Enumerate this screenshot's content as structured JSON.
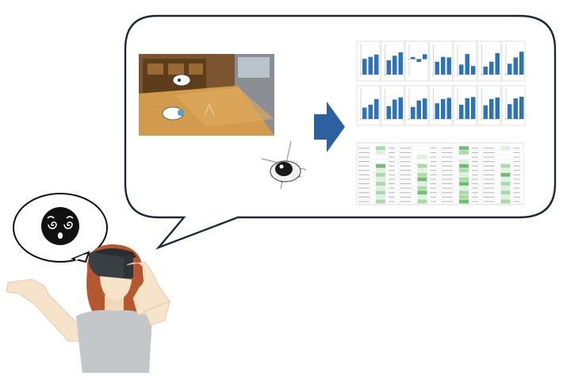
{
  "colors": {
    "bubble_stroke": "#1c2a36",
    "arrow": "#2e5f9e",
    "bar": "#2e74b5",
    "heat_strong": "#6fbf73",
    "heat_mid": "#a8dba8",
    "heat_light": "#dff2df",
    "skin": "#f6e3c9",
    "hair": "#b5582f",
    "shirt": "#c4c7ca",
    "headset": "#3a3f45",
    "room_floor": "#c8893a",
    "room_wall": "#7a5530"
  },
  "icons": {
    "emotion": "dizzy-face-icon",
    "eye": "eye-tracking-icon",
    "arrow": "right-arrow-icon"
  },
  "mini_chart_bars": [
    [
      0.55,
      0.62,
      0.7
    ],
    [
      0.5,
      0.66,
      0.78
    ],
    [
      0.15,
      -0.2,
      0.35
    ],
    [
      0.45,
      0.62,
      0.6
    ],
    [
      0.35,
      0.72,
      0.3
    ],
    [
      0.28,
      0.45,
      0.75
    ],
    [
      0.38,
      0.6,
      0.8
    ],
    [
      0.4,
      0.5,
      0.7
    ],
    [
      0.45,
      0.68,
      0.76
    ],
    [
      0.42,
      0.65,
      0.72
    ],
    [
      0.55,
      0.7,
      0.74
    ],
    [
      0.5,
      0.73,
      0.77
    ],
    [
      0.48,
      0.7,
      0.75
    ],
    [
      0.52,
      0.72,
      0.78
    ]
  ],
  "heatmap_levels": [
    [
      2,
      0,
      3,
      1
    ],
    [
      1,
      0,
      2,
      0
    ],
    [
      0,
      1,
      0,
      0
    ],
    [
      0,
      0,
      1,
      0
    ],
    [
      3,
      2,
      3,
      2
    ],
    [
      1,
      1,
      2,
      1
    ],
    [
      2,
      2,
      1,
      3
    ],
    [
      1,
      3,
      2,
      1
    ],
    [
      2,
      1,
      3,
      2
    ],
    [
      1,
      2,
      1,
      1
    ],
    [
      2,
      3,
      2,
      2
    ],
    [
      1,
      1,
      2,
      1
    ],
    [
      2,
      2,
      3,
      2
    ]
  ]
}
